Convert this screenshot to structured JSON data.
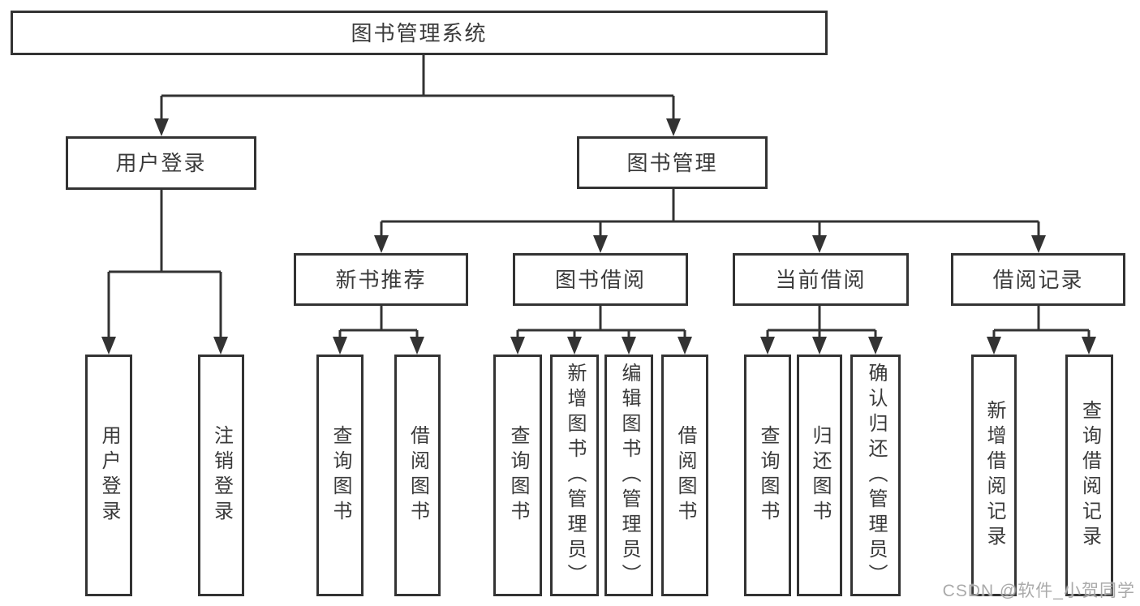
{
  "diagram": {
    "root": {
      "label": "图书管理系统"
    },
    "branches": [
      {
        "label": "用户登录",
        "children": [
          {
            "label": "用户登录"
          },
          {
            "label": "注销登录"
          }
        ]
      },
      {
        "label": "图书管理",
        "sections": [
          {
            "label": "新书推荐",
            "children": [
              {
                "label": "查询图书"
              },
              {
                "label": "借阅图书"
              }
            ]
          },
          {
            "label": "图书借阅",
            "children": [
              {
                "label": "查询图书"
              },
              {
                "label": "新增图书（管理员）"
              },
              {
                "label": "编辑图书（管理员）"
              },
              {
                "label": "借阅图书"
              }
            ]
          },
          {
            "label": "当前借阅",
            "children": [
              {
                "label": "查询图书"
              },
              {
                "label": "归还图书"
              },
              {
                "label": "确认归还（管理员）"
              }
            ]
          },
          {
            "label": "借阅记录",
            "children": [
              {
                "label": "新增借阅记录"
              },
              {
                "label": "查询借阅记录"
              }
            ]
          }
        ]
      }
    ]
  },
  "watermark": {
    "text": "CSDN @软件_小贺同学"
  },
  "colors": {
    "line": "#333333",
    "text": "#3a3a3a",
    "background": "#ffffff",
    "watermark": "#a5a5a5"
  }
}
